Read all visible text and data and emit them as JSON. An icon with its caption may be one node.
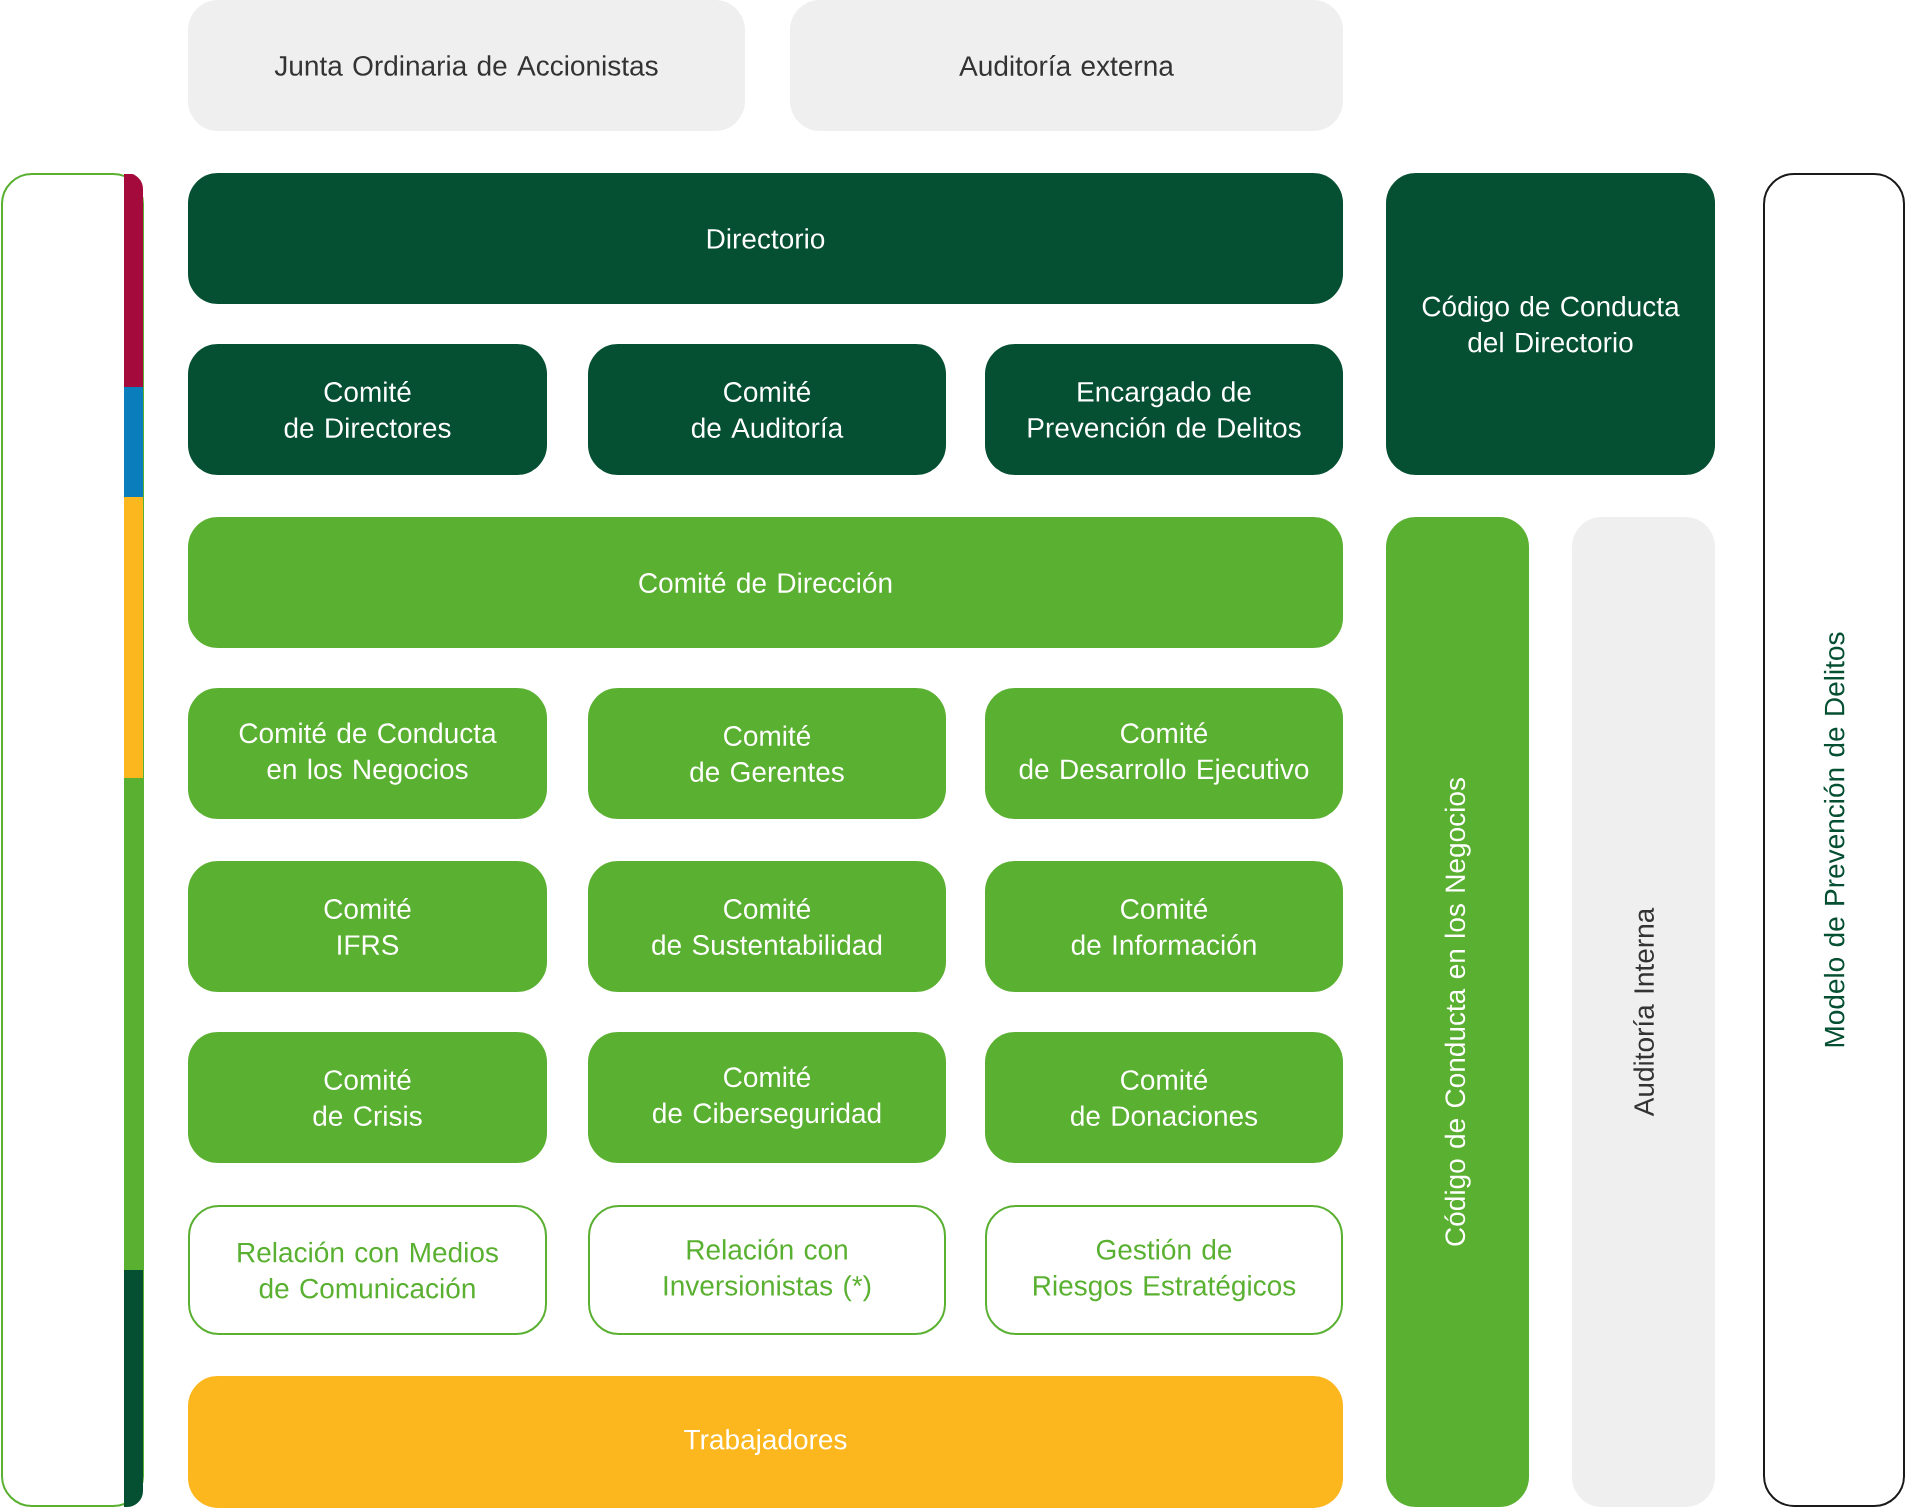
{
  "diagram": {
    "nodes": [
      {
        "text": [
          "Junta Ordinaria de Accionistas"
        ]
      },
      {
        "text": [
          "Auditoría externa"
        ]
      },
      {
        "text": [],
        "shape": "box"
      },
      {
        "text": [
          "Directorio"
        ]
      },
      {
        "text": [
          "Código de Conducta del Directorio"
        ]
      },
      {
        "text": [
          "Modelo de Prevención de Delitos"
        ]
      },
      {
        "text": [
          "Comité de Directores"
        ]
      },
      {
        "text": [
          "Comité de Auditoría"
        ]
      },
      {
        "text": [
          "Encargado de Prevención de Delitos"
        ]
      },
      {
        "text": [
          "Comité de Dirección"
        ]
      },
      {
        "text": [
          "Código de Conducta en los Negocios"
        ]
      },
      {
        "text": [
          "Auditoría Interna"
        ]
      },
      {
        "text": [
          "Comité de Conducta en los Negocios"
        ]
      },
      {
        "text": [
          "Comité de Gerentes"
        ]
      },
      {
        "text": [
          "Comité de Desarrollo Ejecutivo"
        ]
      },
      {
        "text": [
          "Comité IFRS"
        ]
      },
      {
        "text": [
          "Comité de Sustentabilidad"
        ]
      },
      {
        "text": [
          "Comité de Información"
        ]
      },
      {
        "text": [
          "Comité de Crisis"
        ]
      },
      {
        "text": [
          "Comité de Ciberseguridad"
        ]
      },
      {
        "text": [
          "Comité de Donaciones"
        ]
      },
      {
        "text": [
          "Relación con Medios de Comunicación"
        ]
      },
      {
        "text": [
          "Relación con Inversionistas (*)"
        ]
      },
      {
        "text": [
          "Gestión de Riesgos Estratégicos"
        ]
      },
      {
        "text": [
          "Trabajadores"
        ]
      }
    ]
  }
}
